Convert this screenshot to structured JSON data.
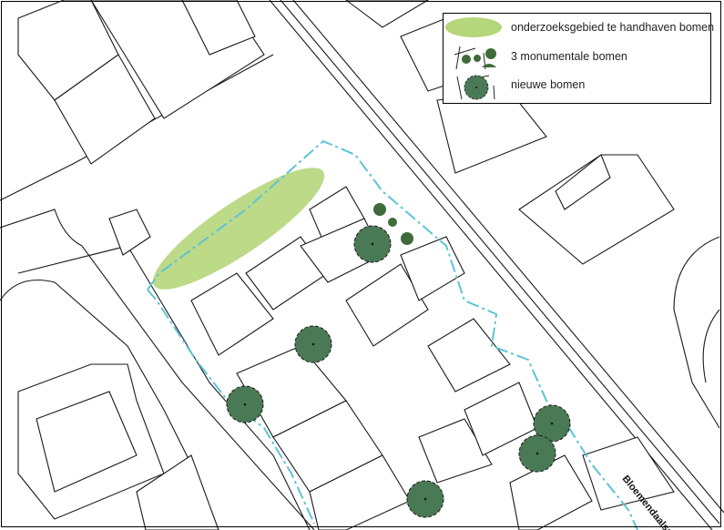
{
  "legend": {
    "items": [
      {
        "label": "onderzoeksgebied te handhaven bomen",
        "symbol": "green-ellipse"
      },
      {
        "label": "3 monumentale bomen",
        "symbol": "small-dark-green-circles"
      },
      {
        "label": "nieuwe bomen",
        "symbol": "dark-green-tree-crown"
      }
    ]
  },
  "streets": {
    "main_road": "Bloemendaalseweg"
  },
  "colors": {
    "study_area": "#b5d67a",
    "tree_fill": "#4a7a55",
    "monumental_fill": "#3f6b3a",
    "boundary": "#5bc4d6",
    "lines": "#1a1a1a"
  },
  "counts": {
    "monumental_trees": 3,
    "new_trees": 6
  }
}
